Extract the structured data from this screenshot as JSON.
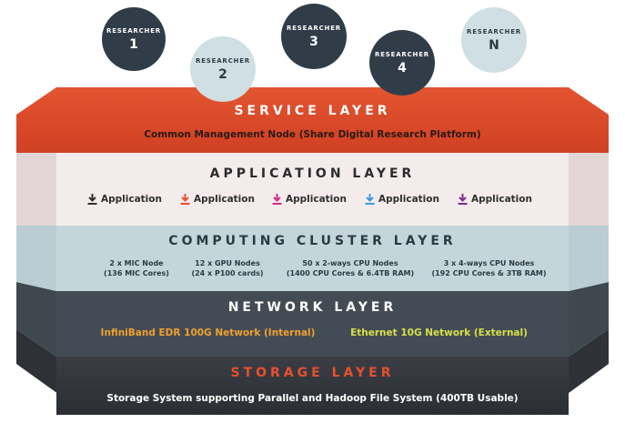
{
  "researchers": [
    {
      "label": "RESEARCHER",
      "number": "1"
    },
    {
      "label": "RESEARCHER",
      "number": "2"
    },
    {
      "label": "RESEARCHER",
      "number": "3"
    },
    {
      "label": "RESEARCHER",
      "number": "4"
    },
    {
      "label": "RESEARCHER",
      "number": "N"
    }
  ],
  "service_layer": {
    "title": "SERVICE LAYER",
    "description": "Common Management Node (Share Digital Research Platform)",
    "color": "#e8502e"
  },
  "application_layer": {
    "title": "APPLICATION LAYER",
    "apps": [
      {
        "label": "Application",
        "icon": "download-arrow-icon",
        "color": "#2f2f2f"
      },
      {
        "label": "Application",
        "icon": "download-arrow-icon",
        "color": "#e8502e"
      },
      {
        "label": "Application",
        "icon": "download-arrow-icon",
        "color": "#d42a8a"
      },
      {
        "label": "Application",
        "icon": "download-arrow-icon",
        "color": "#3b9bd6"
      },
      {
        "label": "Application",
        "icon": "download-arrow-icon",
        "color": "#7a2f8c"
      }
    ]
  },
  "computing_layer": {
    "title": "COMPUTING CLUSTER LAYER",
    "nodes": [
      {
        "line1": "2 x MIC Node",
        "line2": "(136 MIC Cores)"
      },
      {
        "line1": "12 x GPU Nodes",
        "line2": "(24 x P100 cards)"
      },
      {
        "line1": "50 x 2-ways CPU Nodes",
        "line2": "(1400 CPU Cores & 6.4TB RAM)"
      },
      {
        "line1": "3 x 4-ways CPU Nodes",
        "line2": "(192 CPU Cores & 3TB RAM)"
      }
    ]
  },
  "network_layer": {
    "title": "NETWORK LAYER",
    "internal": "InfiniBand EDR 100G Network (Internal)",
    "external": "Ethernet 10G Network (External)",
    "internal_color": "#f0a030",
    "external_color": "#d7e04a"
  },
  "storage_layer": {
    "title": "STORAGE LAYER",
    "description": "Storage System supporting Parallel and Hadoop File System (400TB Usable)",
    "title_color": "#e8502e"
  }
}
